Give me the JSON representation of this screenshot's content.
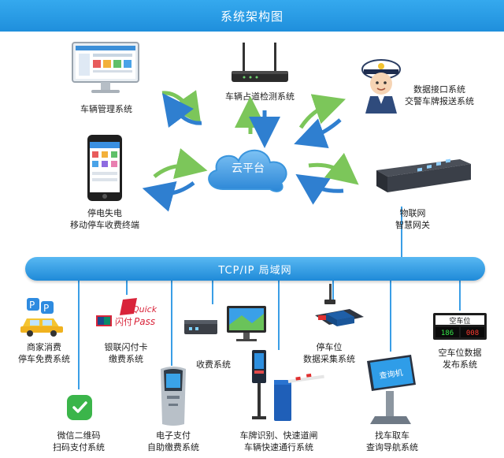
{
  "title": "系统架构图",
  "cloud": "云平台",
  "bus": "TCP/IP  局域网",
  "top_nodes": {
    "vehicle_mgmt": [
      "车辆管理系统"
    ],
    "lane_detect": [
      "车辆占道检测系统"
    ],
    "police": [
      "数据接口系统",
      "交警车牌报送系统"
    ],
    "mobile_pos": [
      "停电失电",
      "移动停车收费终端"
    ],
    "iot_gateway": [
      "物联网",
      "智慧网关"
    ]
  },
  "bottom_nodes": {
    "merchant": [
      "商家消费",
      "停车免费系统"
    ],
    "unionpay": [
      "银联闪付卡",
      "缴费系统"
    ],
    "toll": [
      "收费系统"
    ],
    "space_collect": [
      "停车位",
      "数据采集系统"
    ],
    "vacancy": [
      "空车位数据",
      "发布系统"
    ],
    "wechat": [
      "微信二维码",
      "扫码支付系统"
    ],
    "e_pay": [
      "电子支付",
      "自助缴费系统"
    ],
    "plate": [
      "车牌识别、快速道闸",
      "车辆快速通行系统"
    ],
    "find_car": [
      "找车取车",
      "查询导航系统"
    ]
  },
  "device_text": {
    "quick_pass_top": "Quick",
    "quick_pass_cn": "闪付",
    "quick_pass_en": "Pass",
    "kiosk_screen": "查询机",
    "vacancy_header": "空车位",
    "vacancy_left": "186",
    "vacancy_right": "008",
    "parking_p": "P"
  },
  "colors": {
    "title_bar": "#2196e3",
    "bus": "#2a93de",
    "arrow_green": "#7cc65a",
    "arrow_blue": "#2f7fd0",
    "cloud": "#3a95dd"
  }
}
